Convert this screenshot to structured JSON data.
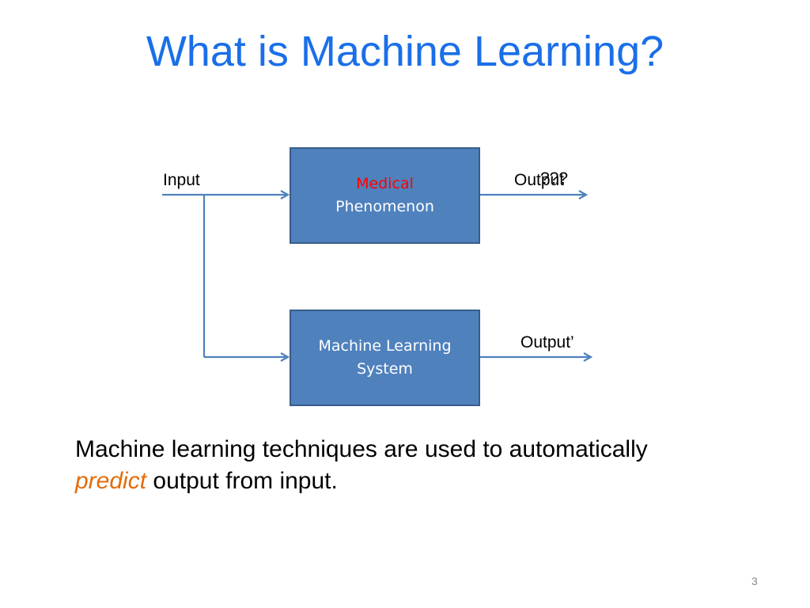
{
  "slide": {
    "title": "What is Machine Learning?",
    "number": "3"
  },
  "diagram": {
    "input_label": "Input",
    "box1": {
      "line1": "Medical",
      "line2": "Phenomenon",
      "line1_color": "#ff0000"
    },
    "output_label": "Output",
    "unknown_label": "???",
    "box2": {
      "line1": "Machine Learning",
      "line2": "System"
    },
    "output2_label": "Output’",
    "box_fill": "#4f81bd",
    "box_border": "#385d8a",
    "arrow_color": "#4f81bd"
  },
  "body": {
    "text_part1": "Machine learning techniques are used to automatically",
    "emphasis": "predict",
    "text_part2": " output from input.",
    "emphasis_color": "#e46c0a"
  }
}
